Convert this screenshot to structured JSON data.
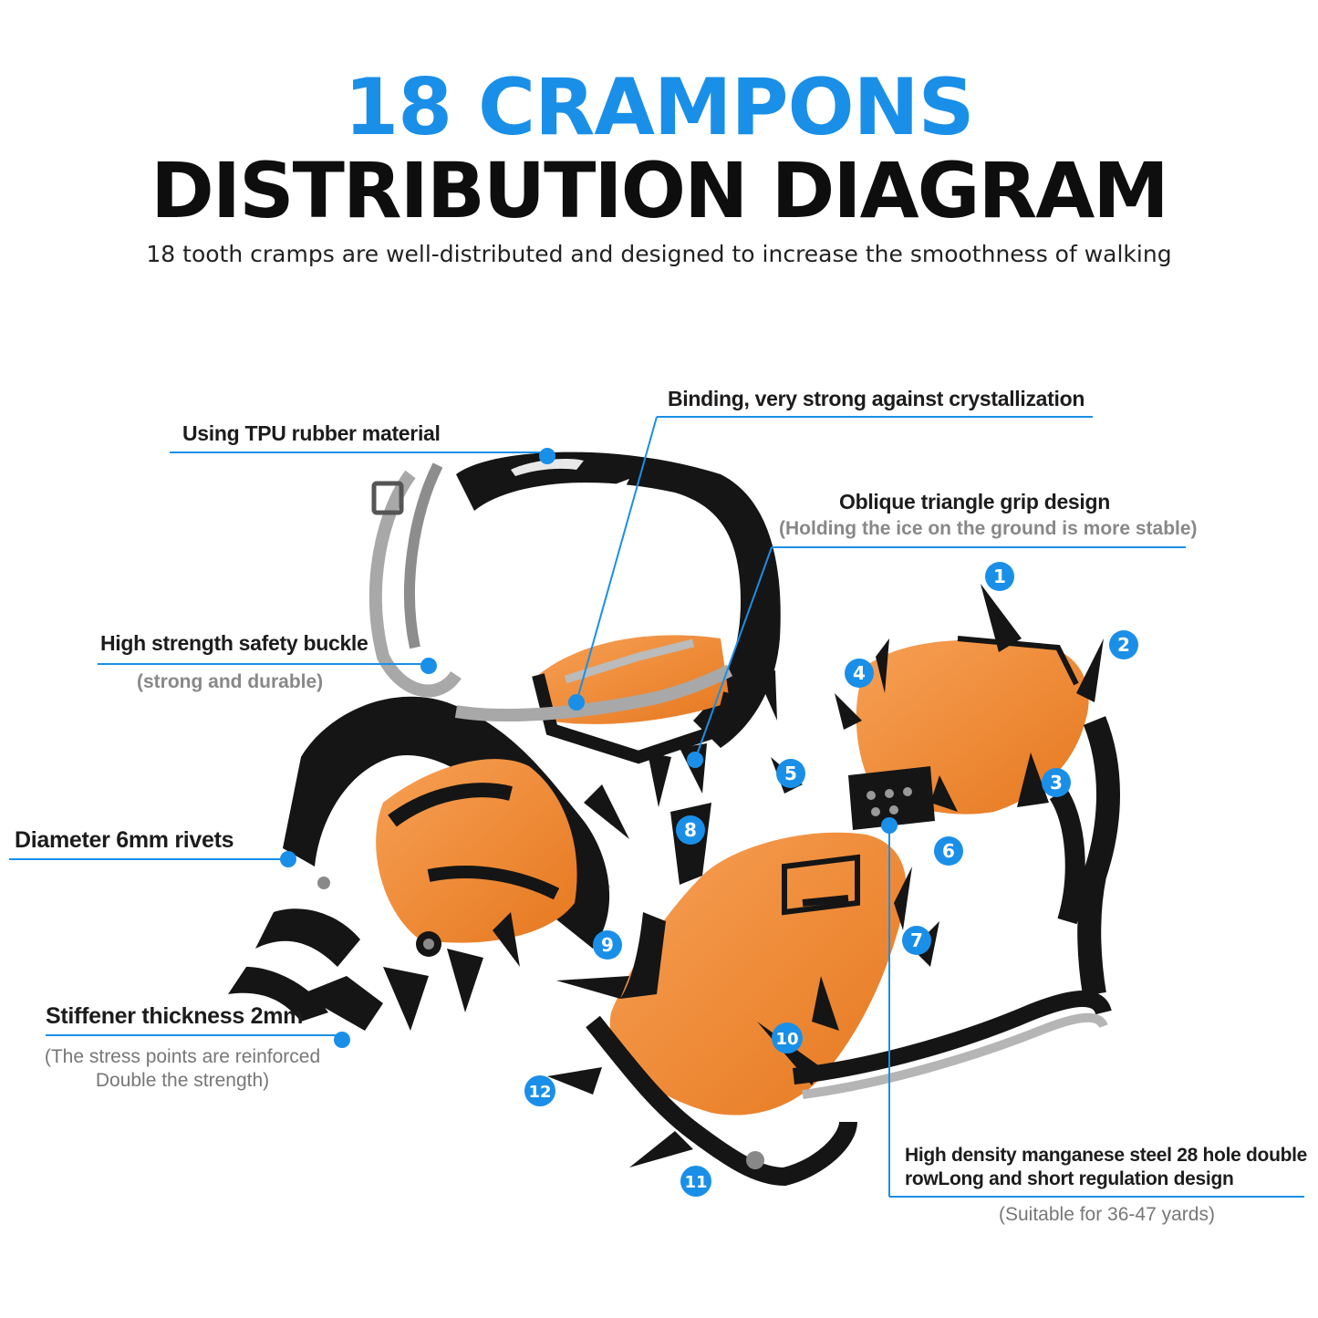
{
  "header": {
    "title_line1": "18 CRAMPONS",
    "title_line2": "DISTRIBUTION DIAGRAM",
    "subtitle": "18 tooth cramps are well-distributed and designed to increase the smoothness of walking"
  },
  "callouts": {
    "binding": "Binding, very strong against crystallization",
    "tpu": "Using TPU rubber material",
    "oblique": "Oblique triangle grip design",
    "oblique_note": "(Holding the ice on the ground is more stable)",
    "buckle": "High strength safety buckle",
    "buckle_note": "(strong and durable)",
    "rivets": "Diameter 6mm rivets",
    "stiffener": "Stiffener thickness 2mm",
    "stiffener_note_1": "(The stress points are reinforced",
    "stiffener_note_2": "Double the strength)",
    "steel_1": "High density manganese steel 28 hole double",
    "steel_2": "rowLong and short regulation design",
    "steel_note": "(Suitable for 36-47 yards)"
  },
  "tooth_numbers": [
    "1",
    "2",
    "3",
    "4",
    "5",
    "6",
    "7",
    "8",
    "9",
    "10",
    "11",
    "12"
  ],
  "colors": {
    "accent_blue": "#1a8fe8",
    "frame_black": "#151515",
    "plate_orange": "#f28a2e",
    "strap_gray": "#a8a8a8"
  }
}
